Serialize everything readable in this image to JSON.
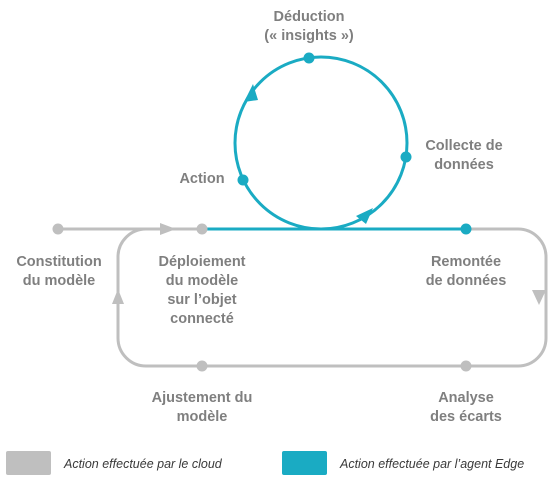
{
  "colors": {
    "cloud": "#bfbfbf",
    "edge": "#1aabc3",
    "label": "#7f7f7f"
  },
  "labels": {
    "deduction": "Déduction\n(« insights »)",
    "collecte": "Collecte de\ndonnées",
    "action": "Action",
    "constitution": "Constitution\ndu modèle",
    "deploiement": "Déploiement\ndu modèle\nsur l’objet\nconnecté",
    "remontee": "Remontée\nde données",
    "ajustement": "Ajustement du\nmodèle",
    "analyse": "Analyse\ndes écarts"
  },
  "legend": {
    "cloud": "Action effectuée par le cloud",
    "edge": "Action effectuée par l’agent  Edge"
  }
}
